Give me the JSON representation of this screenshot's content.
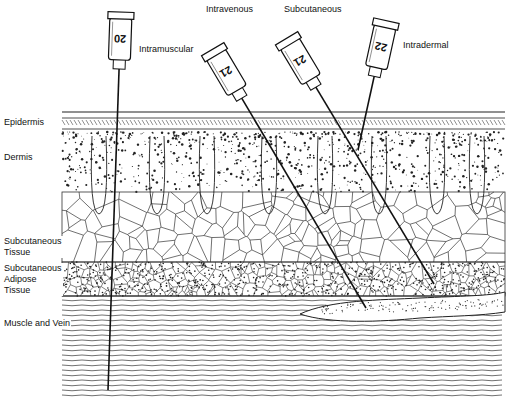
{
  "diagram": {
    "labels": [
      "Intramuscular",
      "Intravenous",
      "Subcutaneous",
      "Intradermal",
      "20",
      "21",
      "21",
      "22",
      "Epidermis",
      "Dermis",
      "Subcutaneous Tissue",
      "Subcutaneous Adipose Tissue",
      "Muscle and Vein"
    ]
  }
}
